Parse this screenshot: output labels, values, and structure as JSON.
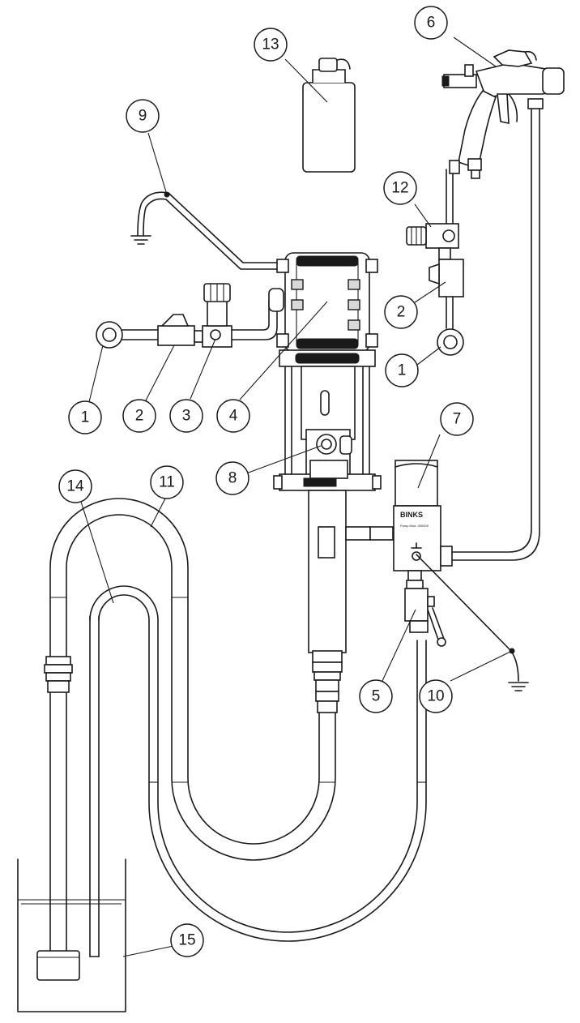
{
  "diagram": {
    "brand_label": "BINKS",
    "brand_sublabel": "Pump Mod. 000000",
    "callouts": [
      {
        "id": "c1a",
        "label": "1"
      },
      {
        "id": "c2a",
        "label": "2"
      },
      {
        "id": "c3",
        "label": "3"
      },
      {
        "id": "c4",
        "label": "4"
      },
      {
        "id": "c1b",
        "label": "1"
      },
      {
        "id": "c2b",
        "label": "2"
      },
      {
        "id": "c5",
        "label": "5"
      },
      {
        "id": "c6",
        "label": "6"
      },
      {
        "id": "c7",
        "label": "7"
      },
      {
        "id": "c8",
        "label": "8"
      },
      {
        "id": "c9",
        "label": "9"
      },
      {
        "id": "c10",
        "label": "10"
      },
      {
        "id": "c11",
        "label": "11"
      },
      {
        "id": "c12",
        "label": "12"
      },
      {
        "id": "c13",
        "label": "13"
      },
      {
        "id": "c14",
        "label": "14"
      },
      {
        "id": "c15",
        "label": "15"
      }
    ]
  }
}
